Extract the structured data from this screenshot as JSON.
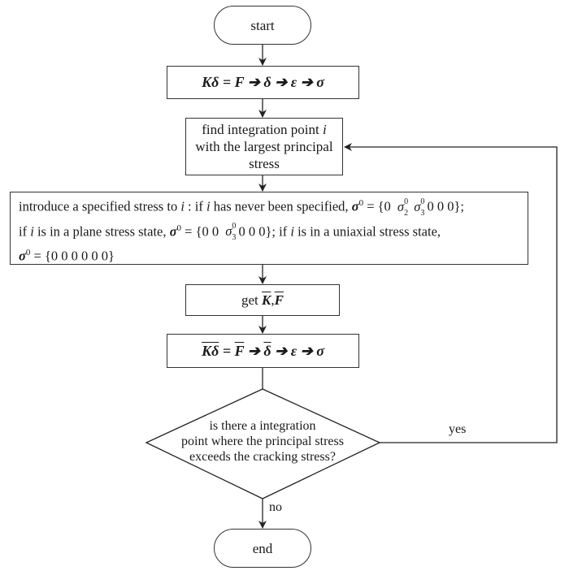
{
  "diagram": {
    "start": "start",
    "end": "end",
    "step1": {
      "K": "K",
      "delta": "δ",
      "eq": " = ",
      "F": "F",
      "arrow": " ➔ ",
      "eps": "ε",
      "sigma": "σ"
    },
    "step2": {
      "line1": "find integration point",
      "i": "i",
      "line2": "with the largest principal",
      "line3": "stress"
    },
    "step3": {
      "l1a": "introduce a specified stress to ",
      "i": "i",
      "l1b": " :  if ",
      "l1c": " has never been specified, ",
      "sig0": "σ",
      "zero": "0",
      "eq": " = {0 ",
      "s2": "σ",
      "n2": "2",
      "s3": "σ",
      "n3": "3",
      "l1end": " 0  0  0};",
      "l2a": "if ",
      "l2b": " is in a plane stress state, ",
      "l2eq": " = {0  0 ",
      "l2end": " 0  0  0};   if ",
      "l2c": " is in a uniaxial stress state,",
      "l3": " = {0  0  0  0  0  0}"
    },
    "step4": {
      "get": "get ",
      "K": "K",
      "comma": " , ",
      "F": "F"
    },
    "step5": {
      "K": "K",
      "delta": "δ",
      "eq": " = ",
      "F": "F",
      "arrow": " ➔ ",
      "eps": "ε",
      "sigma": "σ"
    },
    "decision": {
      "line1": "is there a integration",
      "line2": "point where the principal stress",
      "line3": "exceeds the cracking stress?"
    },
    "yes_label": "yes",
    "no_label": "no"
  }
}
